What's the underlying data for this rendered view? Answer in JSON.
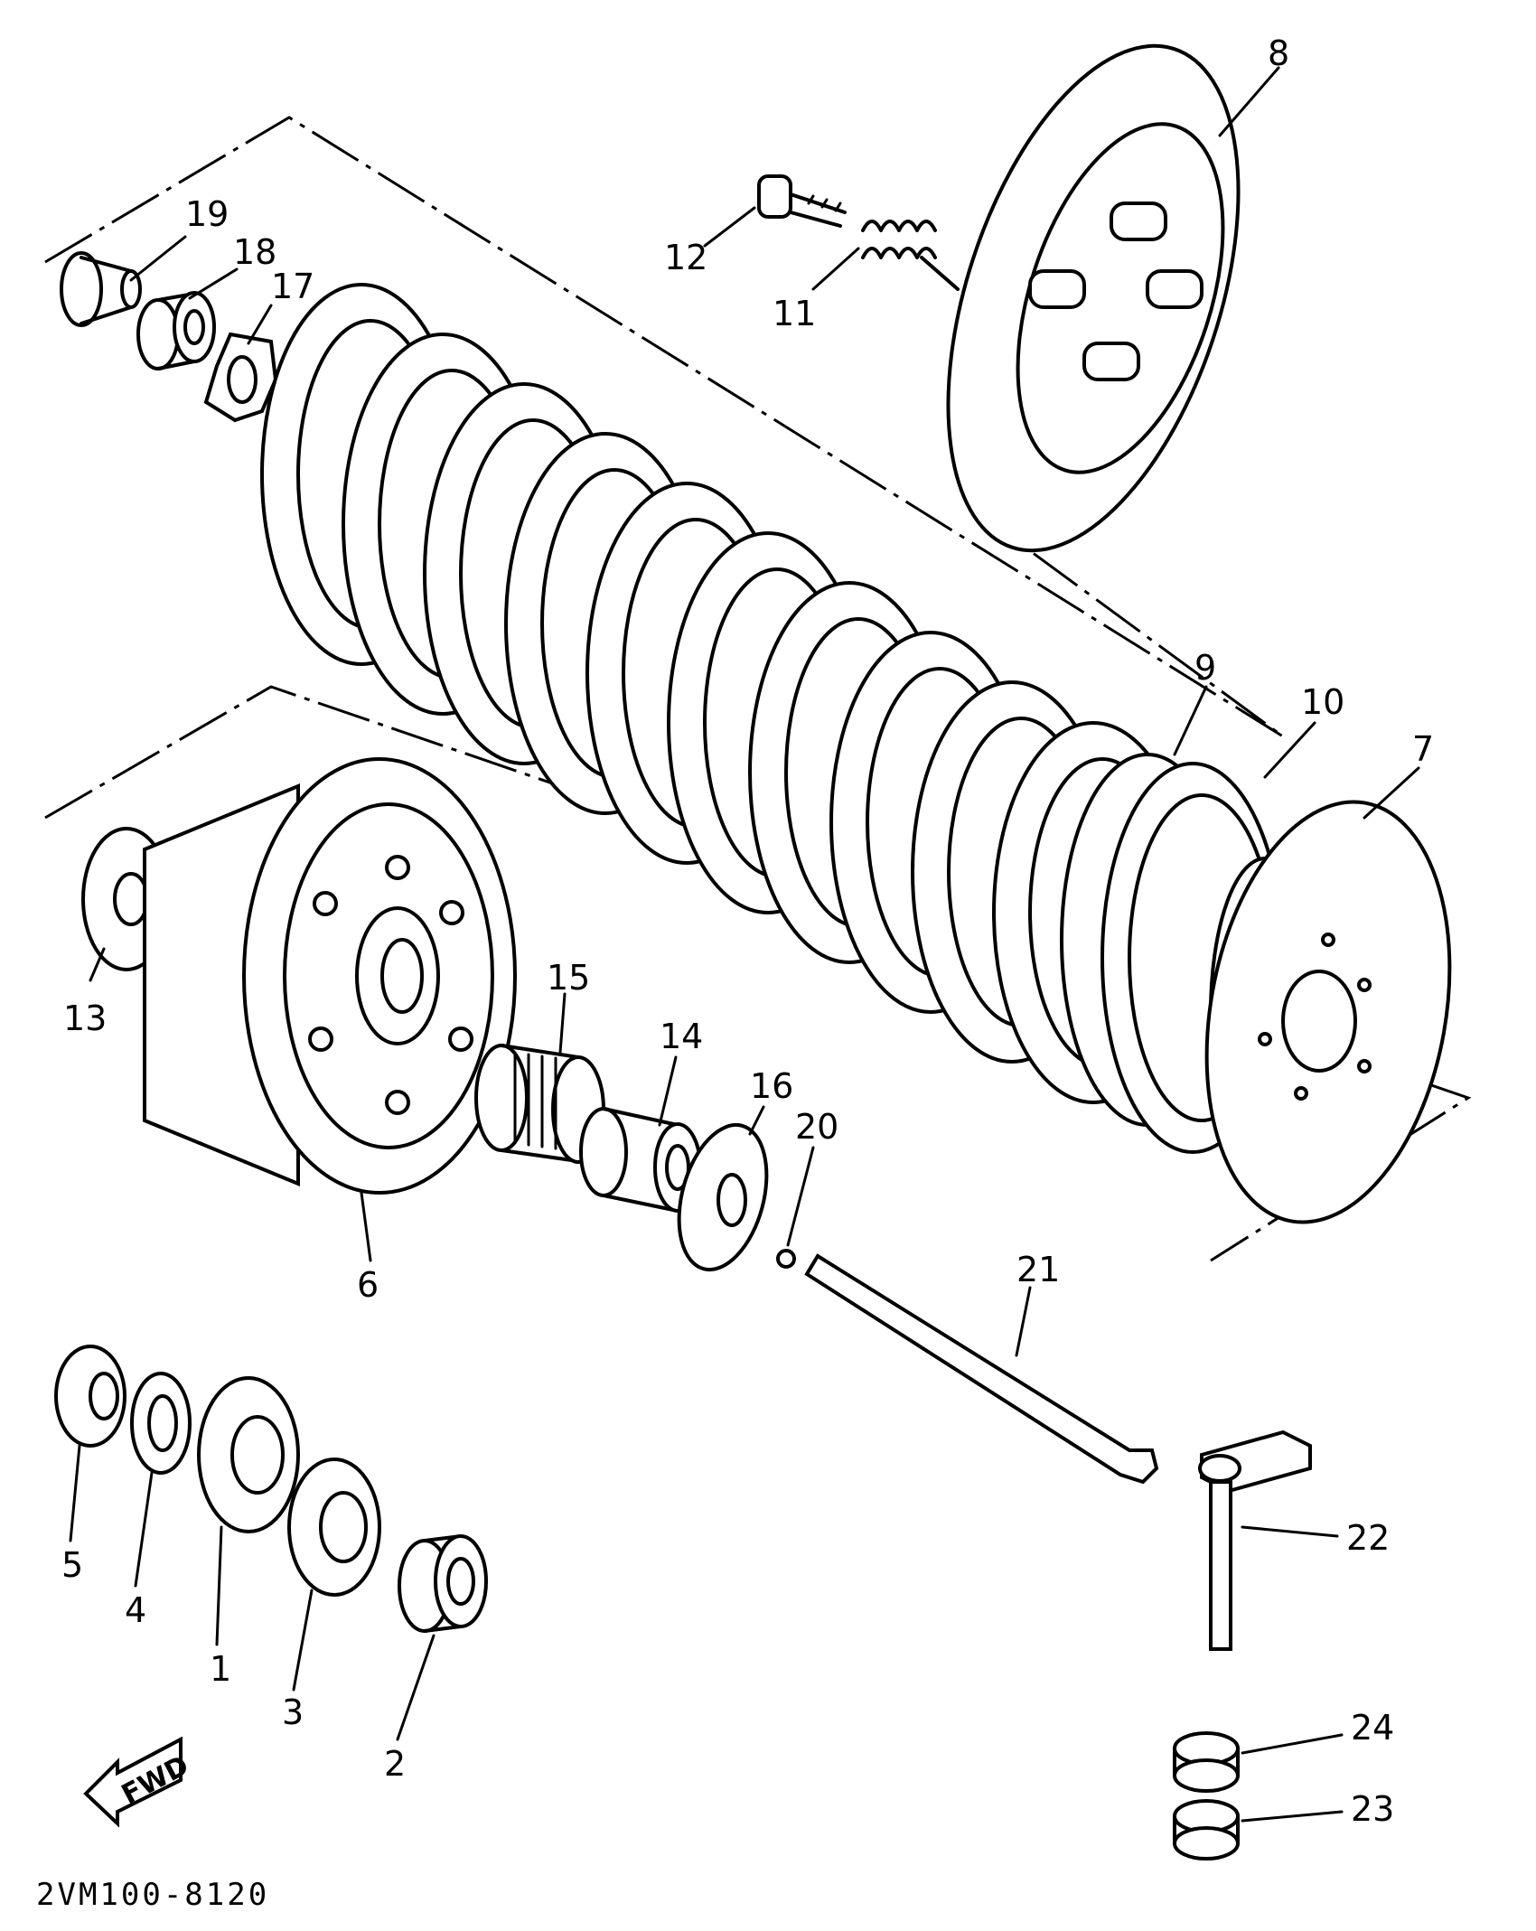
{
  "callouts": [
    {
      "id": "1",
      "label": "1"
    },
    {
      "id": "2",
      "label": "2"
    },
    {
      "id": "3",
      "label": "3"
    },
    {
      "id": "4",
      "label": "4"
    },
    {
      "id": "5",
      "label": "5"
    },
    {
      "id": "6",
      "label": "6"
    },
    {
      "id": "7",
      "label": "7"
    },
    {
      "id": "8",
      "label": "8"
    },
    {
      "id": "9",
      "label": "9"
    },
    {
      "id": "10",
      "label": "10"
    },
    {
      "id": "11",
      "label": "11"
    },
    {
      "id": "12",
      "label": "12"
    },
    {
      "id": "13",
      "label": "13"
    },
    {
      "id": "14",
      "label": "14"
    },
    {
      "id": "15",
      "label": "15"
    },
    {
      "id": "16",
      "label": "16"
    },
    {
      "id": "17",
      "label": "17"
    },
    {
      "id": "18",
      "label": "18"
    },
    {
      "id": "19",
      "label": "19"
    },
    {
      "id": "20",
      "label": "20"
    },
    {
      "id": "21",
      "label": "21"
    },
    {
      "id": "22",
      "label": "22"
    },
    {
      "id": "23",
      "label": "23"
    },
    {
      "id": "24",
      "label": "24"
    }
  ],
  "fwd_arrow_label": "FWD",
  "diagram_code": "2VM100-8120"
}
